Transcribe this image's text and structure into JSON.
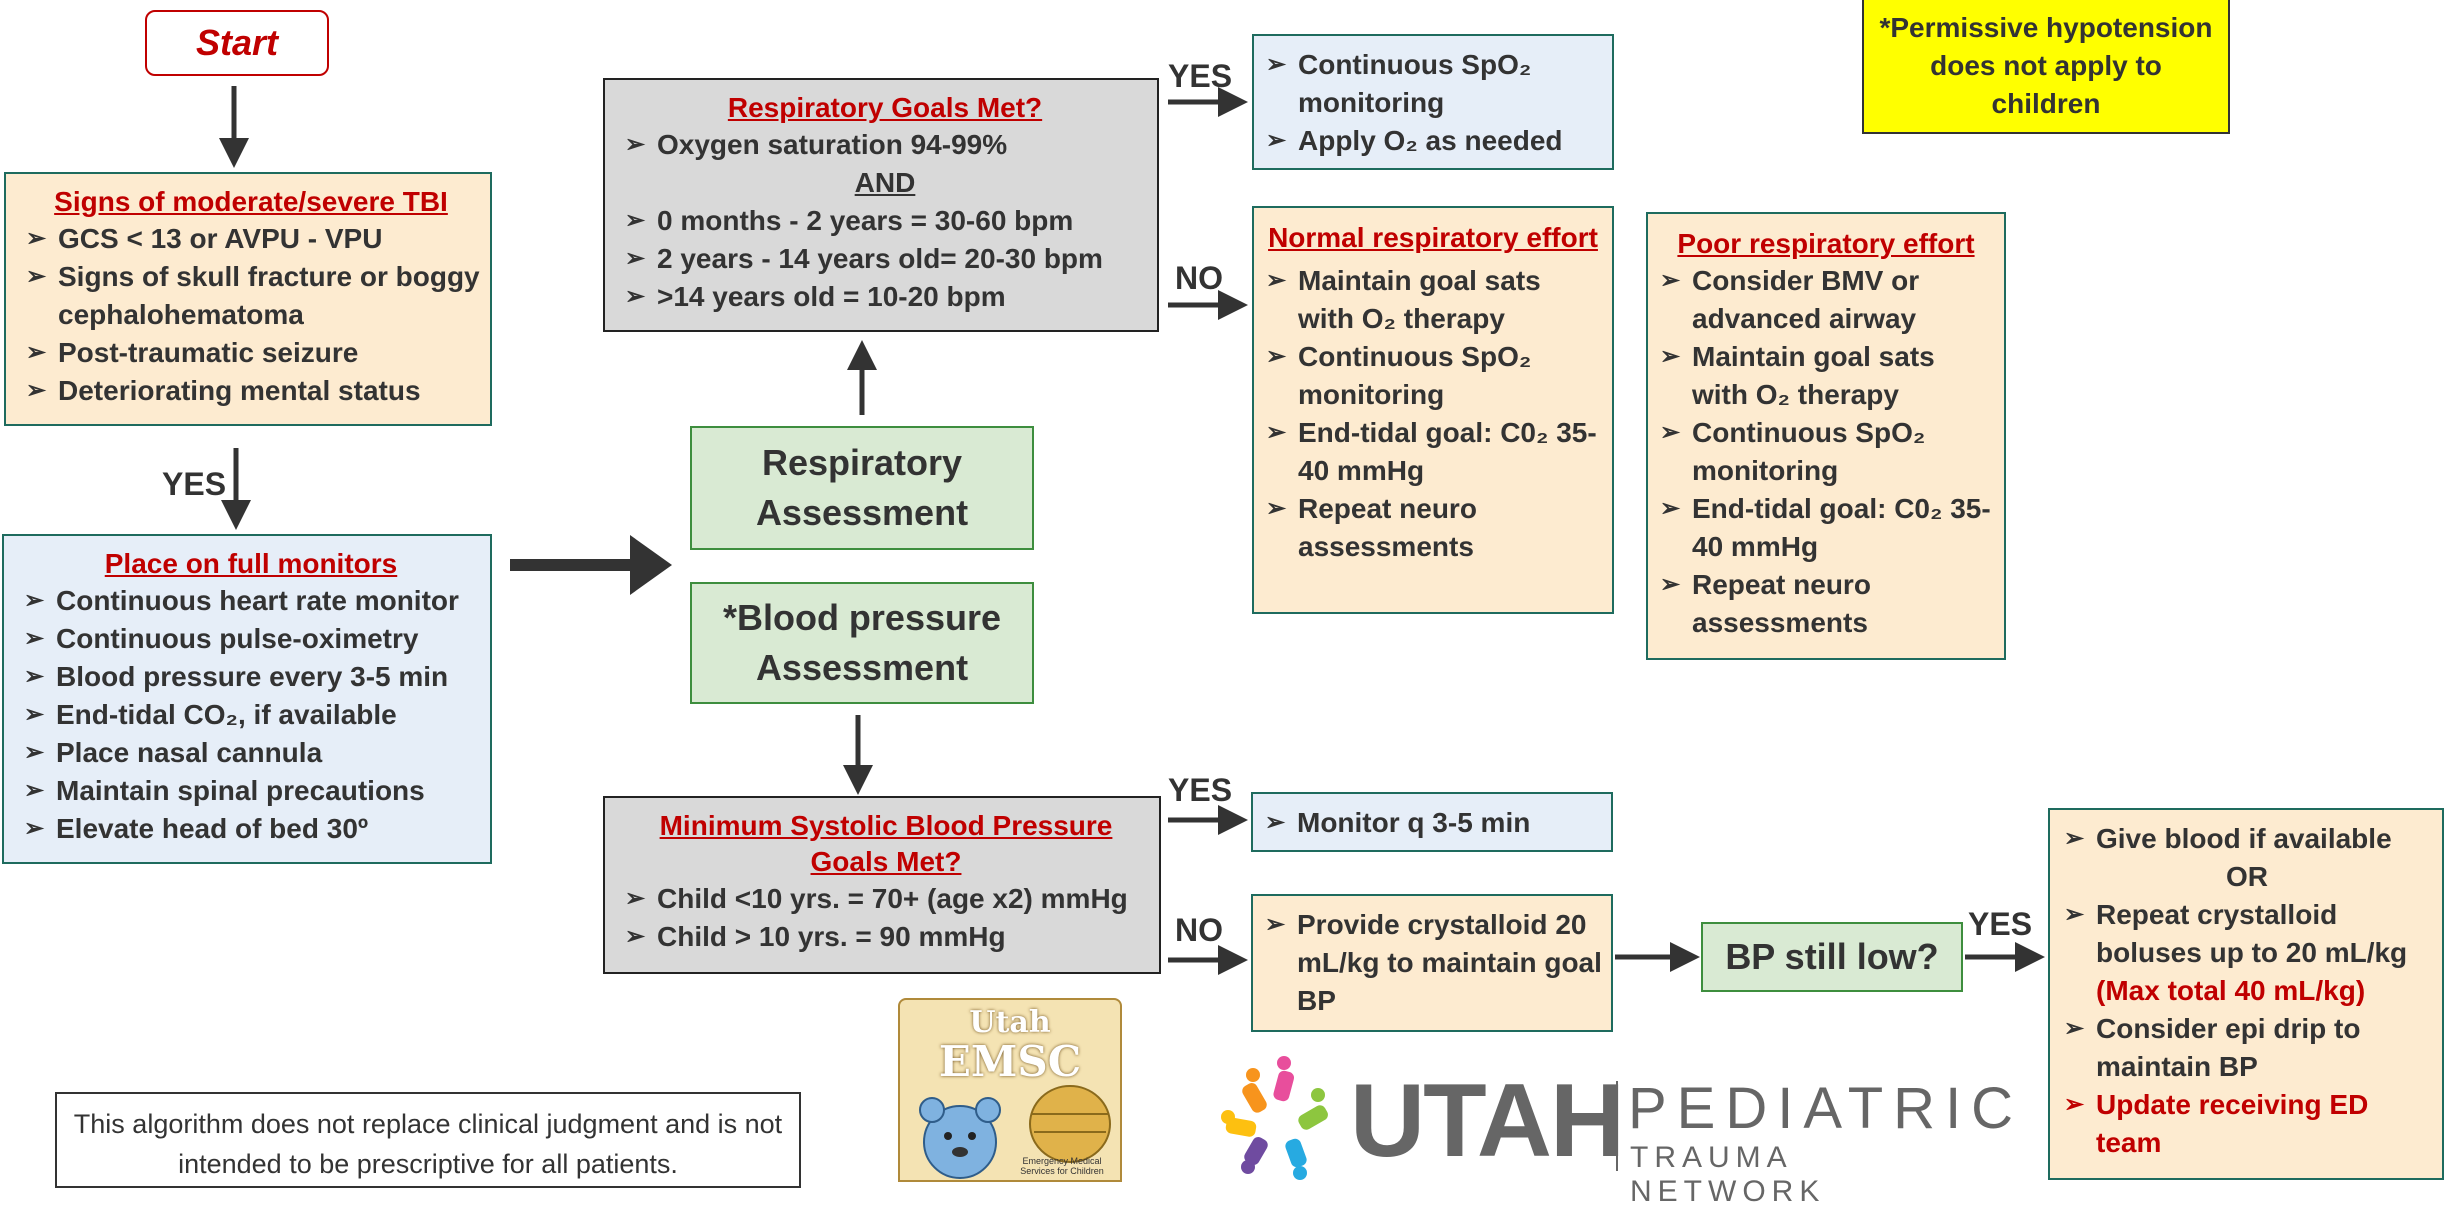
{
  "start": "Start",
  "tbi": {
    "title": "Signs of moderate/severe TBI",
    "items": [
      "GCS < 13 or AVPU - VPU",
      "Signs of skull fracture or boggy cephalohematoma",
      "Post-traumatic seizure",
      "Deteriorating mental status"
    ]
  },
  "yes_label": "YES",
  "no_label": "NO",
  "monitors": {
    "title": "Place on full monitors",
    "items": [
      "Continuous heart rate monitor",
      "Continuous pulse-oximetry",
      "Blood pressure every 3-5 min",
      "End-tidal CO₂, if available",
      "Place nasal cannula",
      "Maintain spinal  precautions",
      "Elevate head of bed 30º"
    ]
  },
  "resp_goals": {
    "title": "Respiratory  Goals Met?",
    "item1": "Oxygen saturation 94-99%",
    "and": "AND",
    "items": [
      "0 months - 2 years = 30-60 bpm",
      "2 years - 14 years old= 20-30 bpm",
      ">14 years old = 10-20 bpm"
    ]
  },
  "resp_assessment": "Respiratory Assessment",
  "bp_assessment": "*Blood pressure Assessment",
  "spo2_box": {
    "items": [
      "Continuous SpO₂ monitoring",
      "Apply  O₂ as needed"
    ]
  },
  "normal_effort": {
    "title": "Normal respiratory effort",
    "items": [
      "Maintain goal sats with O₂ therapy",
      "Continuous SpO₂ monitoring",
      "End-tidal goal: C0₂ 35-40 mmHg",
      "Repeat neuro assessments"
    ]
  },
  "poor_effort": {
    "title": "Poor respiratory effort",
    "items": [
      "Consider BMV or advanced airway",
      "Maintain goal sats with O₂ therapy",
      "Continuous SpO₂ monitoring",
      "End-tidal goal: C0₂ 35-40 mmHg",
      "Repeat neuro assessments"
    ]
  },
  "permissive": "*Permissive hypotension does not apply to children",
  "sbp_goals": {
    "title": "Minimum Systolic Blood Pressure Goals Met?",
    "items": [
      "Child <10 yrs. = 70+ (age x2) mmHg",
      "Child > 10 yrs. = 90 mmHg"
    ]
  },
  "monitor_q": "Monitor q 3-5 min",
  "crystalloid": "Provide crystalloid 20 mL/kg to maintain goal BP",
  "bp_low": "BP still low?",
  "blood": {
    "item1": "Give blood if available",
    "or": "OR",
    "item2": "Repeat crystalloid boluses up to 20 mL/kg",
    "item2_red": "(Max total 40 mL/kg)",
    "item3": "Consider epi drip to maintain BP",
    "item4": "Update receiving ED team"
  },
  "disclaimer": "This algorithm does not replace clinical judgment and is not intended to be prescriptive for all patients.",
  "emsc_logo": {
    "line1": "Utah",
    "line2": "EMSC",
    "tag": "Emergency Medical Services for Children"
  },
  "uptn_logo": {
    "word1": "UTAH",
    "word2": "PEDIATRIC",
    "word3": "TRAUMA NETWORK"
  },
  "colors": {
    "title_red": "#c00000",
    "tan": "#fdebd0",
    "blue": "#e6eef8",
    "gray": "#d9d9d9",
    "green": "#d9ead3",
    "yellow": "#ffff00"
  }
}
